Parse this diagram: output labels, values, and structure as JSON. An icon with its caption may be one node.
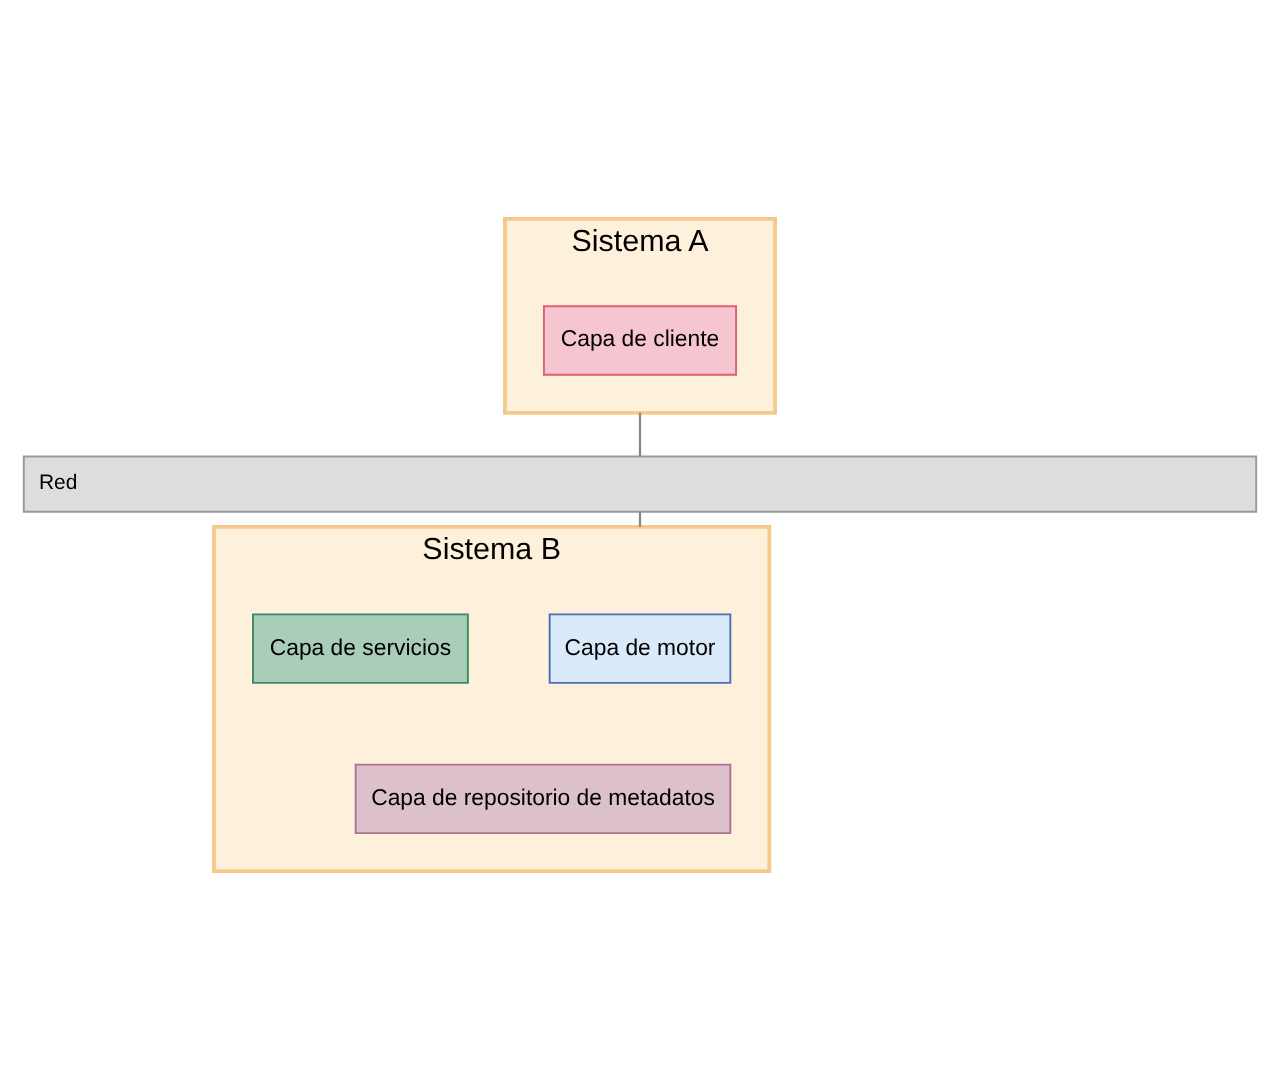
{
  "diagram": {
    "nodes": [
      {
        "text": [
          "Sistema A"
        ]
      },
      {
        "text": [
          "Capa de cliente"
        ],
        "in": 0
      },
      {
        "text": [
          "Red"
        ]
      },
      {
        "text": [
          "Sistema B"
        ]
      },
      {
        "text": [
          "Capa de motor"
        ],
        "in": 3
      },
      {
        "text": [
          "Capa de servicios"
        ],
        "in": 3
      },
      {
        "text": [
          "Capa de repositorio de metadatos"
        ],
        "in": 3
      }
    ],
    "edges": [
      {
        "from": 0,
        "to": 2,
        "arrow": "none"
      },
      {
        "from": 2,
        "to": 3,
        "arrow": "none"
      }
    ]
  }
}
